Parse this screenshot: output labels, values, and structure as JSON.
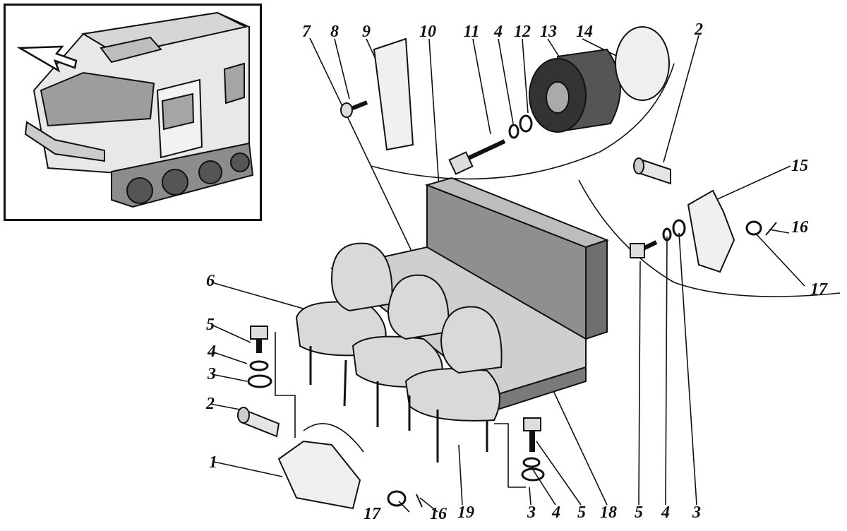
{
  "figure": {
    "callouts": [
      "1",
      "2",
      "2",
      "3",
      "3",
      "3",
      "4",
      "4",
      "4",
      "4",
      "5",
      "5",
      "5",
      "6",
      "7",
      "8",
      "9",
      "10",
      "11",
      "12",
      "13",
      "14",
      "15",
      "16",
      "16",
      "17",
      "17",
      "18",
      "19"
    ]
  },
  "inset": {
    "subject": "tracked-vehicle-cab",
    "arrow_color": "#ffffff"
  },
  "colors": {
    "ink": "#111111",
    "paper": "#ffffff",
    "upholstery": "#cfcfcf",
    "shade": "#7a7a7a"
  }
}
